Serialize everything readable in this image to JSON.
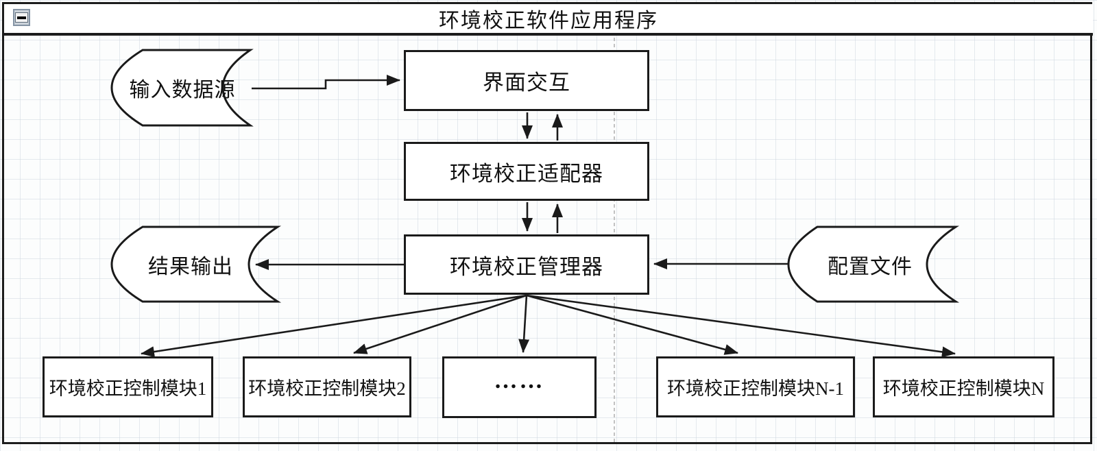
{
  "window": {
    "title": "环境校正软件应用程序",
    "collapse_icon": "minus"
  },
  "colors": {
    "stroke": "#1a1a1a",
    "grid": "#ccd5de",
    "page_guide": "#b3b3b3",
    "button_face": "#ccd3da",
    "button_border": "#8493a4",
    "fill": "#ffffff"
  },
  "nodes": {
    "input_source": {
      "label": "输入数据源",
      "shape": "stored-data"
    },
    "ui": {
      "label": "界面交互",
      "shape": "rect"
    },
    "adapter": {
      "label": "环境校正适配器",
      "shape": "rect"
    },
    "manager": {
      "label": "环境校正管理器",
      "shape": "rect"
    },
    "result_output": {
      "label": "结果输出",
      "shape": "stored-data"
    },
    "config_file": {
      "label": "配置文件",
      "shape": "stored-data"
    },
    "module1": {
      "label": "环境校正控制模块1",
      "shape": "rect"
    },
    "module2": {
      "label": "环境校正控制模块2",
      "shape": "rect"
    },
    "module_ellipsis": {
      "label": "……",
      "shape": "rect"
    },
    "moduleN1": {
      "label": "环境校正控制模块N-1",
      "shape": "rect"
    },
    "moduleN": {
      "label": "环境校正控制模块N",
      "shape": "rect"
    }
  },
  "edges": [
    {
      "from": "input_source",
      "to": "ui",
      "style": "elbow-arrow"
    },
    {
      "from": "ui",
      "to": "adapter",
      "style": "arrow-down"
    },
    {
      "from": "adapter",
      "to": "ui",
      "style": "arrow-up"
    },
    {
      "from": "adapter",
      "to": "manager",
      "style": "arrow-down"
    },
    {
      "from": "manager",
      "to": "adapter",
      "style": "arrow-up"
    },
    {
      "from": "manager",
      "to": "result_output",
      "style": "arrow-left"
    },
    {
      "from": "config_file",
      "to": "manager",
      "style": "arrow-left"
    },
    {
      "from": "manager",
      "to": "module1",
      "style": "fan-arrow"
    },
    {
      "from": "manager",
      "to": "module2",
      "style": "fan-arrow"
    },
    {
      "from": "manager",
      "to": "module_ellipsis",
      "style": "fan-arrow"
    },
    {
      "from": "manager",
      "to": "moduleN1",
      "style": "fan-arrow"
    },
    {
      "from": "manager",
      "to": "moduleN",
      "style": "fan-arrow"
    }
  ]
}
